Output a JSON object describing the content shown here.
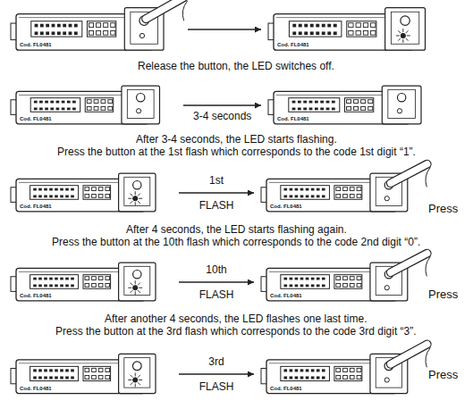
{
  "diagram": {
    "nodes": [
      {
        "text": [
          "Cod. FL0481"
        ]
      },
      {
        "text": [
          "Cod. FL0481"
        ]
      },
      {
        "text": [
          "Cod. FL0481"
        ]
      },
      {
        "text": [
          "Cod. FL0481"
        ]
      },
      {
        "text": [
          "Cod. FL0481"
        ]
      },
      {
        "text": [
          "Cod. FL0481"
        ]
      },
      {
        "text": [
          "Cod. FL0481"
        ]
      },
      {
        "text": [
          "Cod. FL0481"
        ]
      },
      {
        "text": [
          "Cod. FL0481"
        ]
      },
      {
        "text": [
          "Cod. FL0481"
        ]
      }
    ],
    "edges": [
      {
        "from": 0,
        "to": 1,
        "arrow": "to"
      },
      {
        "from": 2,
        "to": 3,
        "arrow": "to",
        "label": "3-4 seconds"
      },
      {
        "from": 4,
        "to": 5,
        "arrow": "to",
        "label": "1st FLASH"
      },
      {
        "from": 6,
        "to": 7,
        "arrow": "to",
        "label": "10th FLASH"
      },
      {
        "from": 8,
        "to": 9,
        "arrow": "to",
        "label": "3rd FLASH"
      }
    ],
    "labels": [
      "Release the button, the LED switches off.",
      "After 3-4 seconds, the LED starts flashing.",
      "Press the button at the 1st flash which corresponds to the code 1st digit “1”.",
      "Press",
      "After 4 seconds, the LED starts flashing again.",
      "Press the button at the 10th flash which corresponds to the code 2nd digit “0”.",
      "Press",
      "After another 4 seconds, the LED flashes one last time.",
      "Press the button at the 3rd flash which corresponds to the code 3rd digit “3”.",
      "Press"
    ]
  }
}
